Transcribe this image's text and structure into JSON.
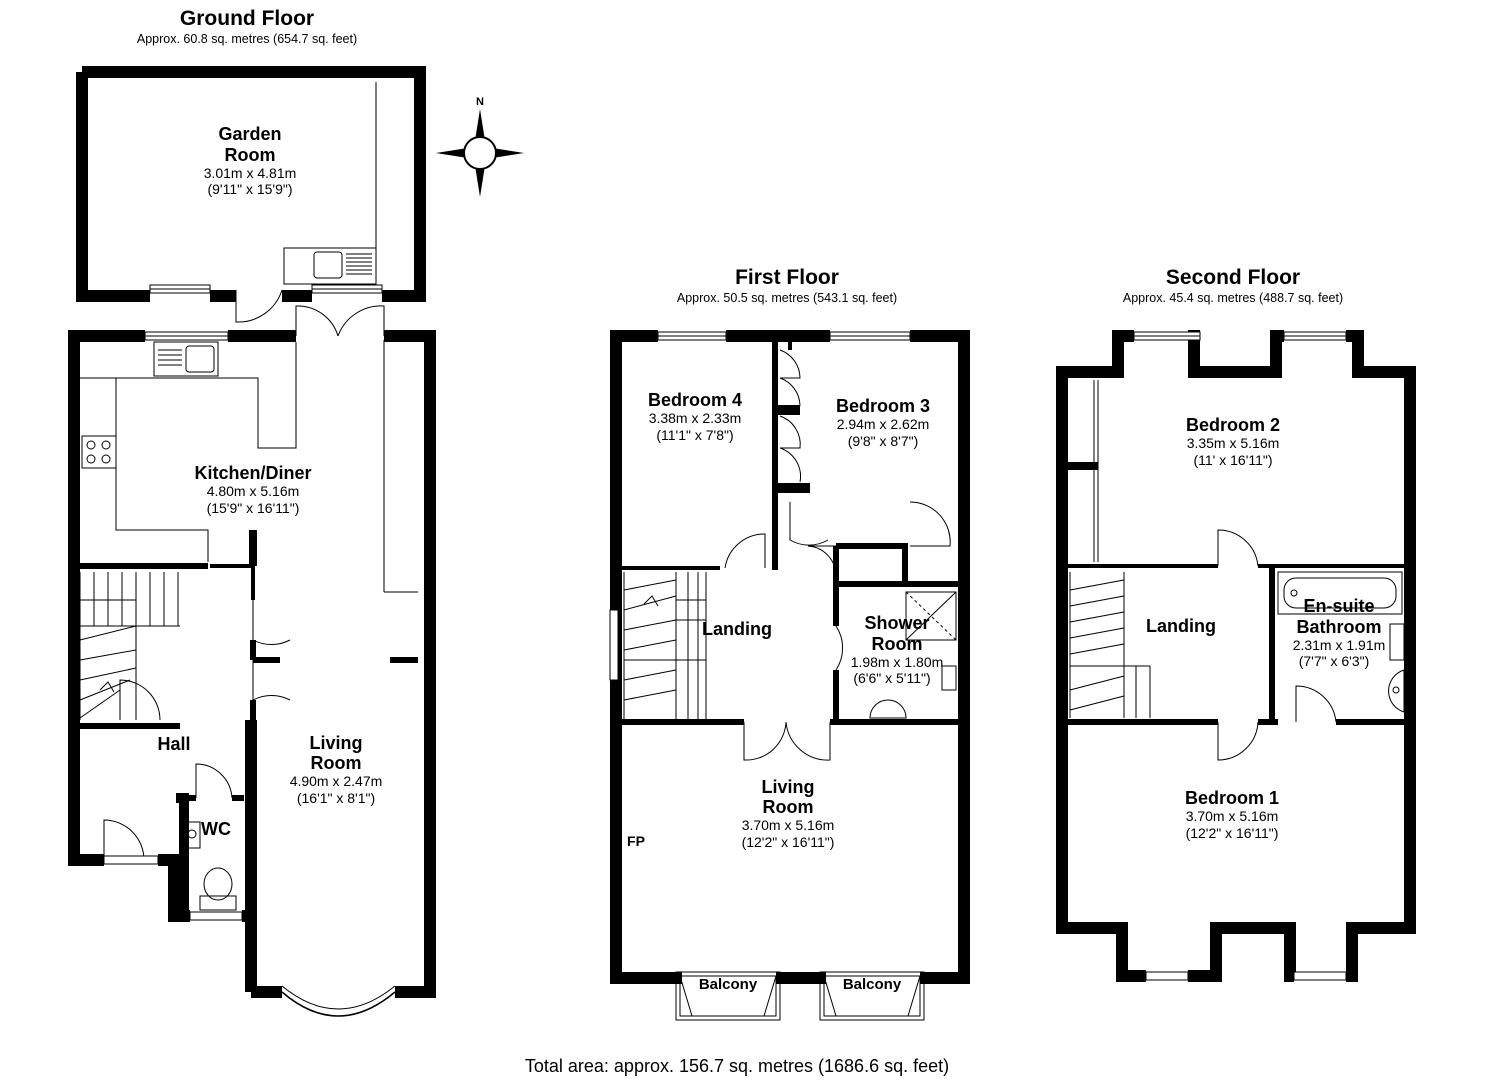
{
  "total_area": "Total area: approx. 156.7 sq. metres (1686.6 sq. feet)",
  "compass": {
    "north_label": "N",
    "icon": "compass-rose-icon"
  },
  "floors": {
    "ground": {
      "title": "Ground Floor",
      "area": "Approx. 60.8 sq. metres (654.7 sq. feet)",
      "rooms": {
        "garden_room": {
          "name_1": "Garden",
          "name_2": "Room",
          "metric": "3.01m x 4.81m",
          "imperial": "(9'11\" x 15'9\")"
        },
        "kitchen": {
          "name": "Kitchen/Diner",
          "metric": "4.80m x 5.16m",
          "imperial": "(15'9\" x 16'11\")"
        },
        "living": {
          "name_1": "Living",
          "name_2": "Room",
          "metric": "4.90m x 2.47m",
          "imperial": "(16'1\" x 8'1\")"
        },
        "hall": {
          "name": "Hall"
        },
        "wc": {
          "name": "WC"
        }
      }
    },
    "first": {
      "title": "First Floor",
      "area": "Approx. 50.5 sq. metres (543.1 sq. feet)",
      "rooms": {
        "bedroom4": {
          "name": "Bedroom 4",
          "metric": "3.38m x 2.33m",
          "imperial": "(11'1\" x 7'8\")"
        },
        "bedroom3": {
          "name": "Bedroom 3",
          "metric": "2.94m x 2.62m",
          "imperial": "(9'8\" x 8'7\")"
        },
        "landing": {
          "name": "Landing"
        },
        "shower": {
          "name_1": "Shower",
          "name_2": "Room",
          "metric": "1.98m x 1.80m",
          "imperial": "(6'6\" x 5'11\")"
        },
        "living": {
          "name_1": "Living",
          "name_2": "Room",
          "metric": "3.70m x 5.16m",
          "imperial": "(12'2\" x 16'11\")"
        },
        "fp": "FP",
        "balcony_left": "Balcony",
        "balcony_right": "Balcony"
      }
    },
    "second": {
      "title": "Second Floor",
      "area": "Approx. 45.4 sq. metres (488.7 sq. feet)",
      "rooms": {
        "bedroom2": {
          "name": "Bedroom 2",
          "metric": "3.35m x 5.16m",
          "imperial": "(11' x 16'11\")"
        },
        "landing": {
          "name": "Landing"
        },
        "ensuite": {
          "name_1": "En-suite",
          "name_2": "Bathroom",
          "metric": "2.31m x 1.91m",
          "imperial": "(7'7\" x 6'3\")"
        },
        "bedroom1": {
          "name": "Bedroom 1",
          "metric": "3.70m x 5.16m",
          "imperial": "(12'2\" x 16'11\")"
        }
      }
    }
  }
}
